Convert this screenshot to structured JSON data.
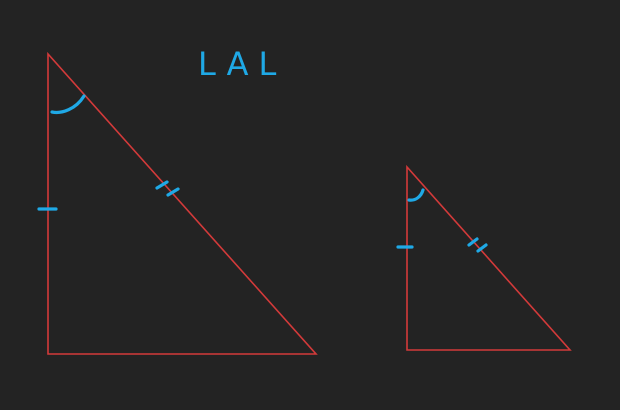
{
  "diagram": {
    "title": "LAL",
    "colors": {
      "background": "#232323",
      "triangle_stroke": "#d33a3a",
      "annotation": "#1fa9e6"
    },
    "triangles": [
      {
        "name": "large-right-triangle",
        "marks": {
          "angle_arc": 1,
          "leg_tick": 1,
          "hypotenuse_ticks": 2
        }
      },
      {
        "name": "small-right-triangle",
        "marks": {
          "angle_arc": 1,
          "leg_tick": 1,
          "hypotenuse_ticks": 2
        }
      }
    ]
  }
}
